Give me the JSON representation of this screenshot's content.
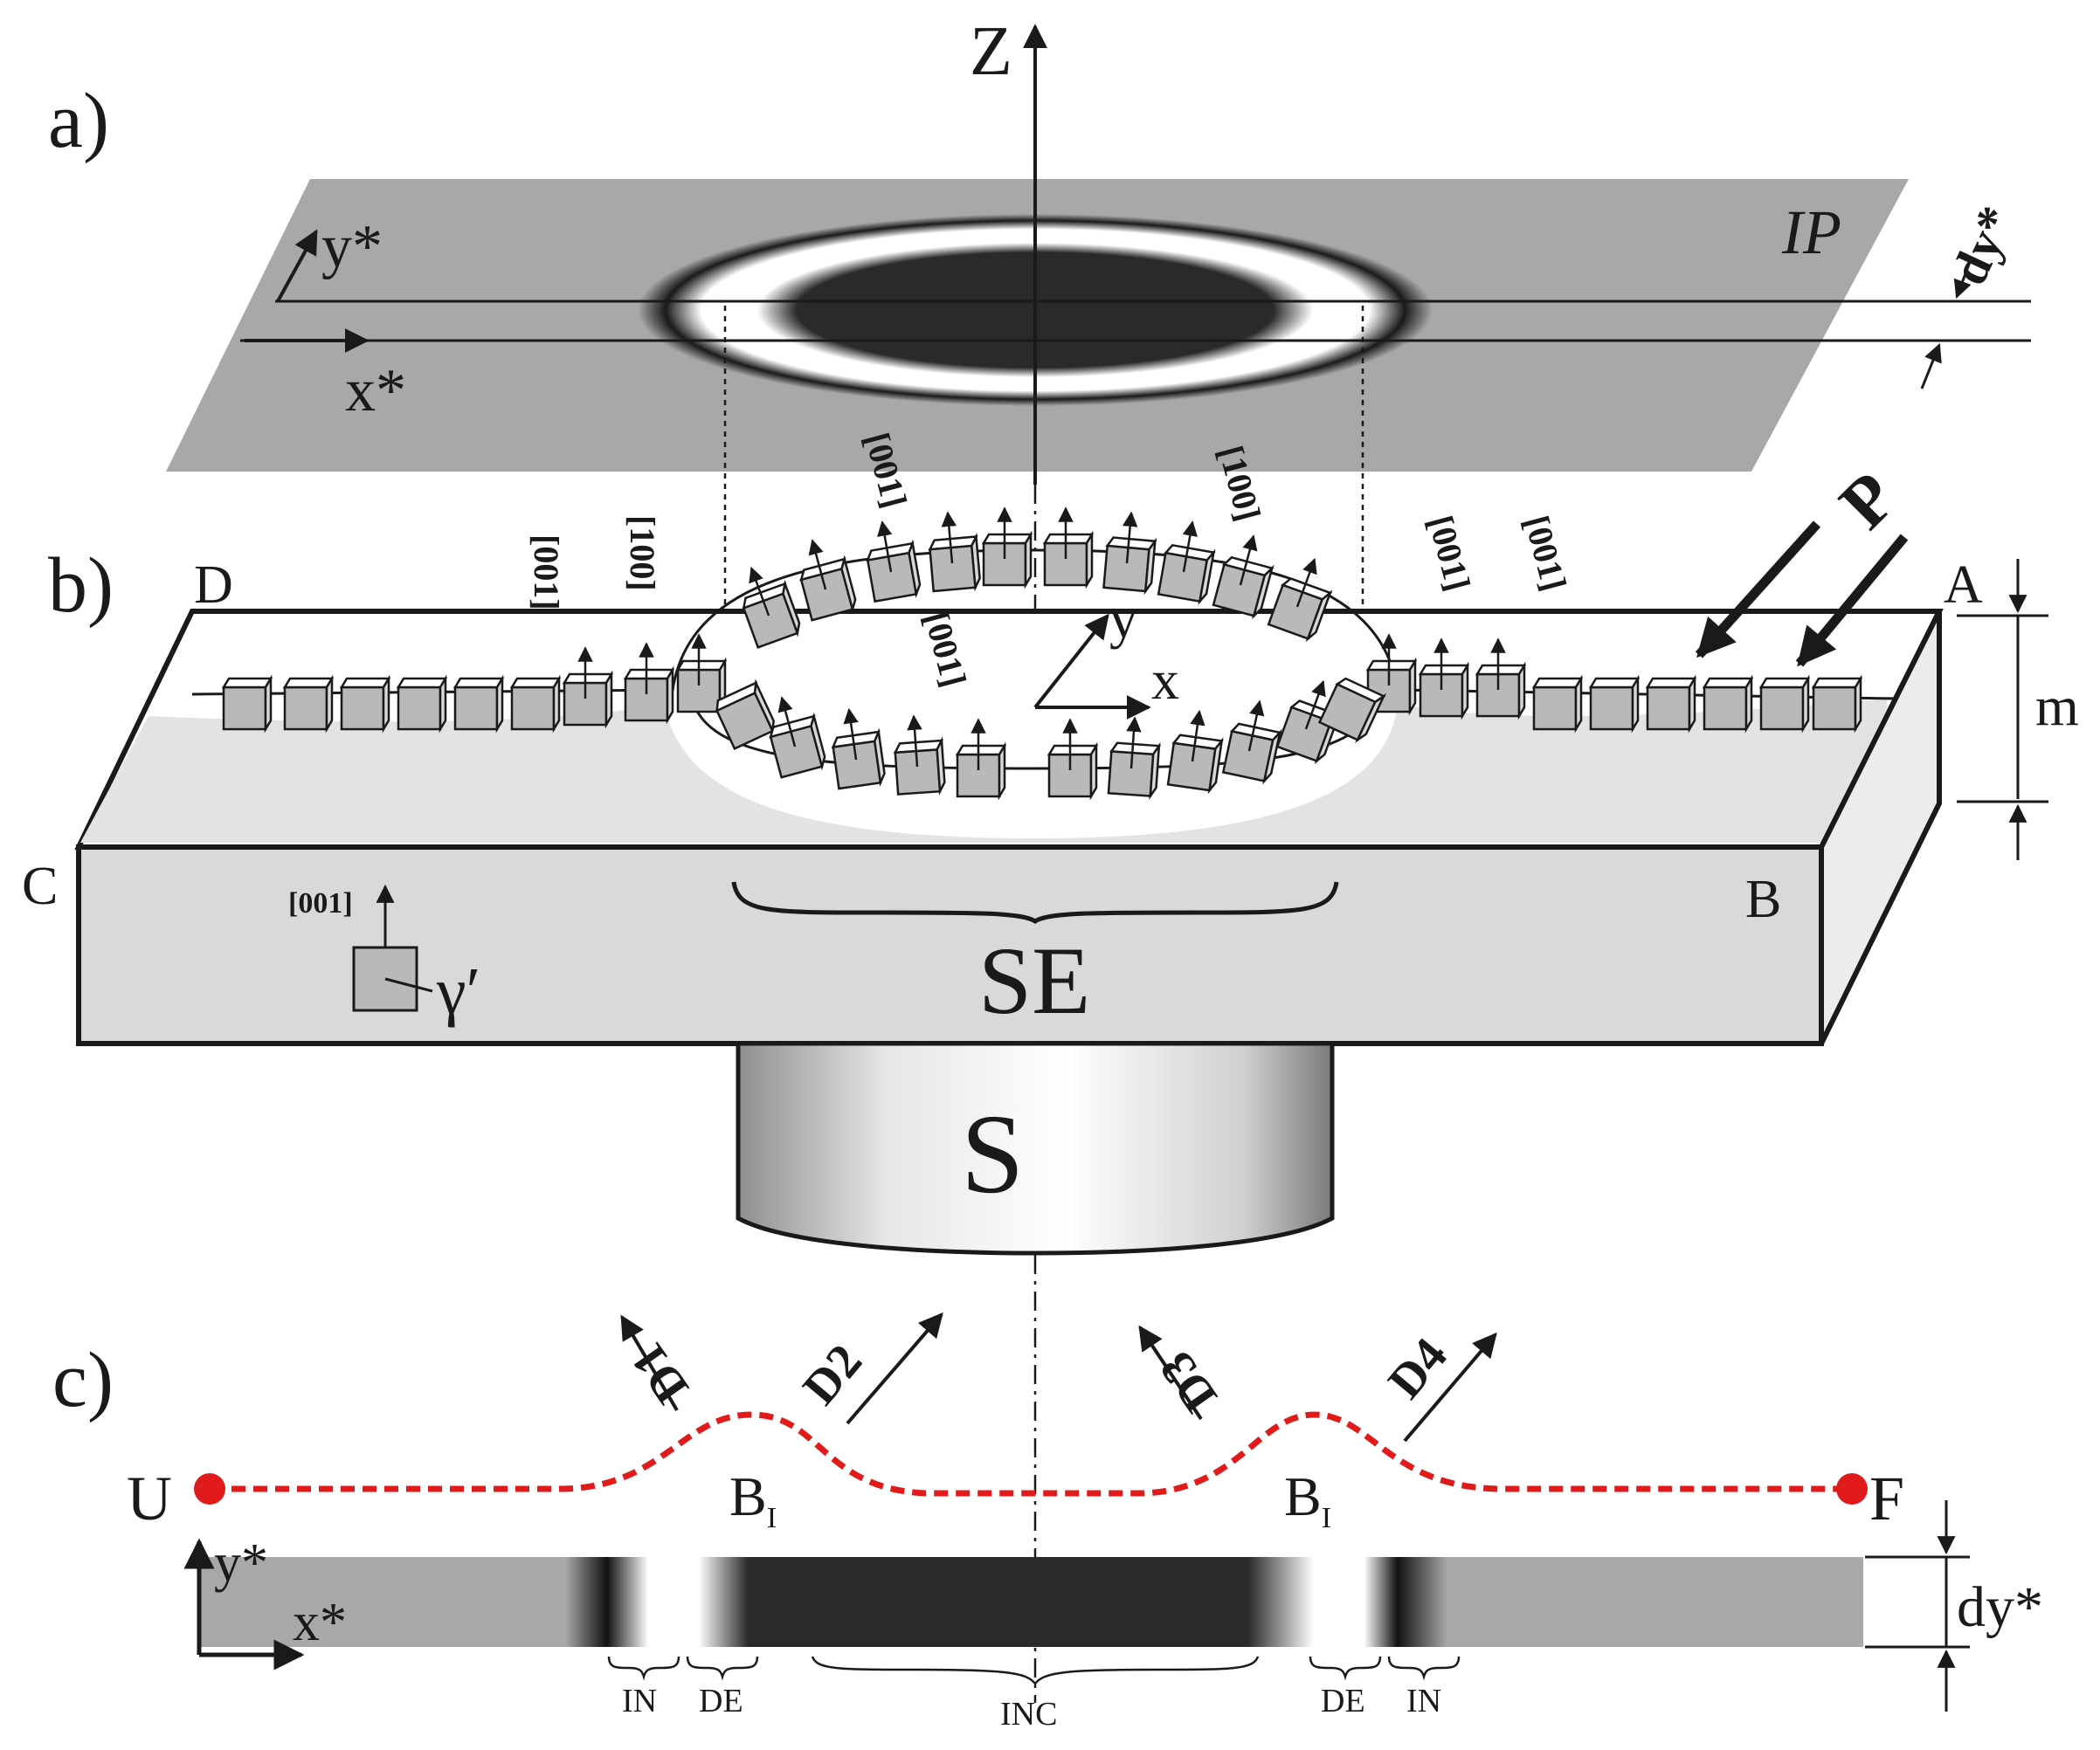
{
  "panels": {
    "a": "a)",
    "b": "b)",
    "c": "c)"
  },
  "axes": {
    "z": "Z",
    "x": "x",
    "y": "y",
    "x_star": "x*",
    "y_star": "y*",
    "dy_star": "dy*"
  },
  "image_plate": "IP",
  "corners": {
    "a": "A",
    "b": "B",
    "c": "C",
    "d": "D"
  },
  "thickness": "m",
  "beam": "P",
  "miller": {
    "dir_001": "[001]",
    "dir_100": "[100]"
  },
  "gamma_prime": "γ′",
  "regions": {
    "se": "SE",
    "s": "S",
    "in": "IN",
    "de": "DE",
    "inc": "INC"
  },
  "profile": {
    "u": "U",
    "f": "F",
    "b": "B",
    "b_sub": "I",
    "d1": "D1",
    "d2": "D2",
    "d3": "D3",
    "d4": "D4"
  },
  "colors": {
    "plate": "#a8a8a8",
    "ring_dark": "#2a2a2a",
    "ring_light": "#ffffff",
    "crystal": "#b9b9b9",
    "profile_line": "#e11b1b",
    "slab": "#dcdcdc"
  }
}
